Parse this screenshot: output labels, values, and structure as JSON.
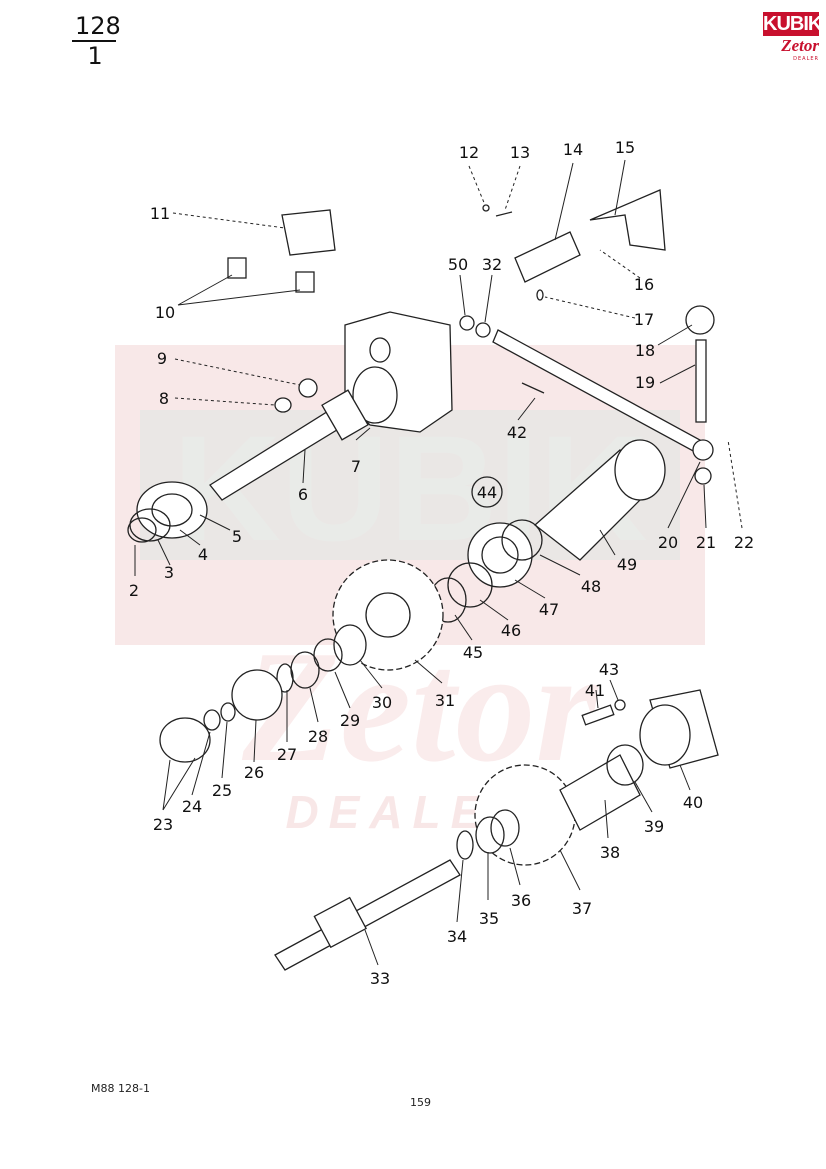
{
  "page_number": {
    "top": "128",
    "bottom": "1"
  },
  "logo": {
    "brand": "KUBIK",
    "sub": "Zetor",
    "tag": "DEALER"
  },
  "watermark": {
    "brand": "KUBIK",
    "sub": "Zetor",
    "tag": "DEALER"
  },
  "group_label": "44",
  "callouts": [
    "2",
    "3",
    "4",
    "5",
    "6",
    "7",
    "8",
    "9",
    "10",
    "11",
    "12",
    "13",
    "14",
    "15",
    "16",
    "17",
    "18",
    "19",
    "20",
    "21",
    "22",
    "23",
    "24",
    "25",
    "26",
    "27",
    "28",
    "29",
    "30",
    "31",
    "32",
    "33",
    "34",
    "35",
    "36",
    "37",
    "38",
    "39",
    "40",
    "41",
    "42",
    "43",
    "45",
    "46",
    "47",
    "48",
    "49",
    "50"
  ],
  "footer": {
    "code": "M88   128-1",
    "page": "159"
  },
  "colors": {
    "accent": "#c8102e",
    "ink": "#111111"
  }
}
